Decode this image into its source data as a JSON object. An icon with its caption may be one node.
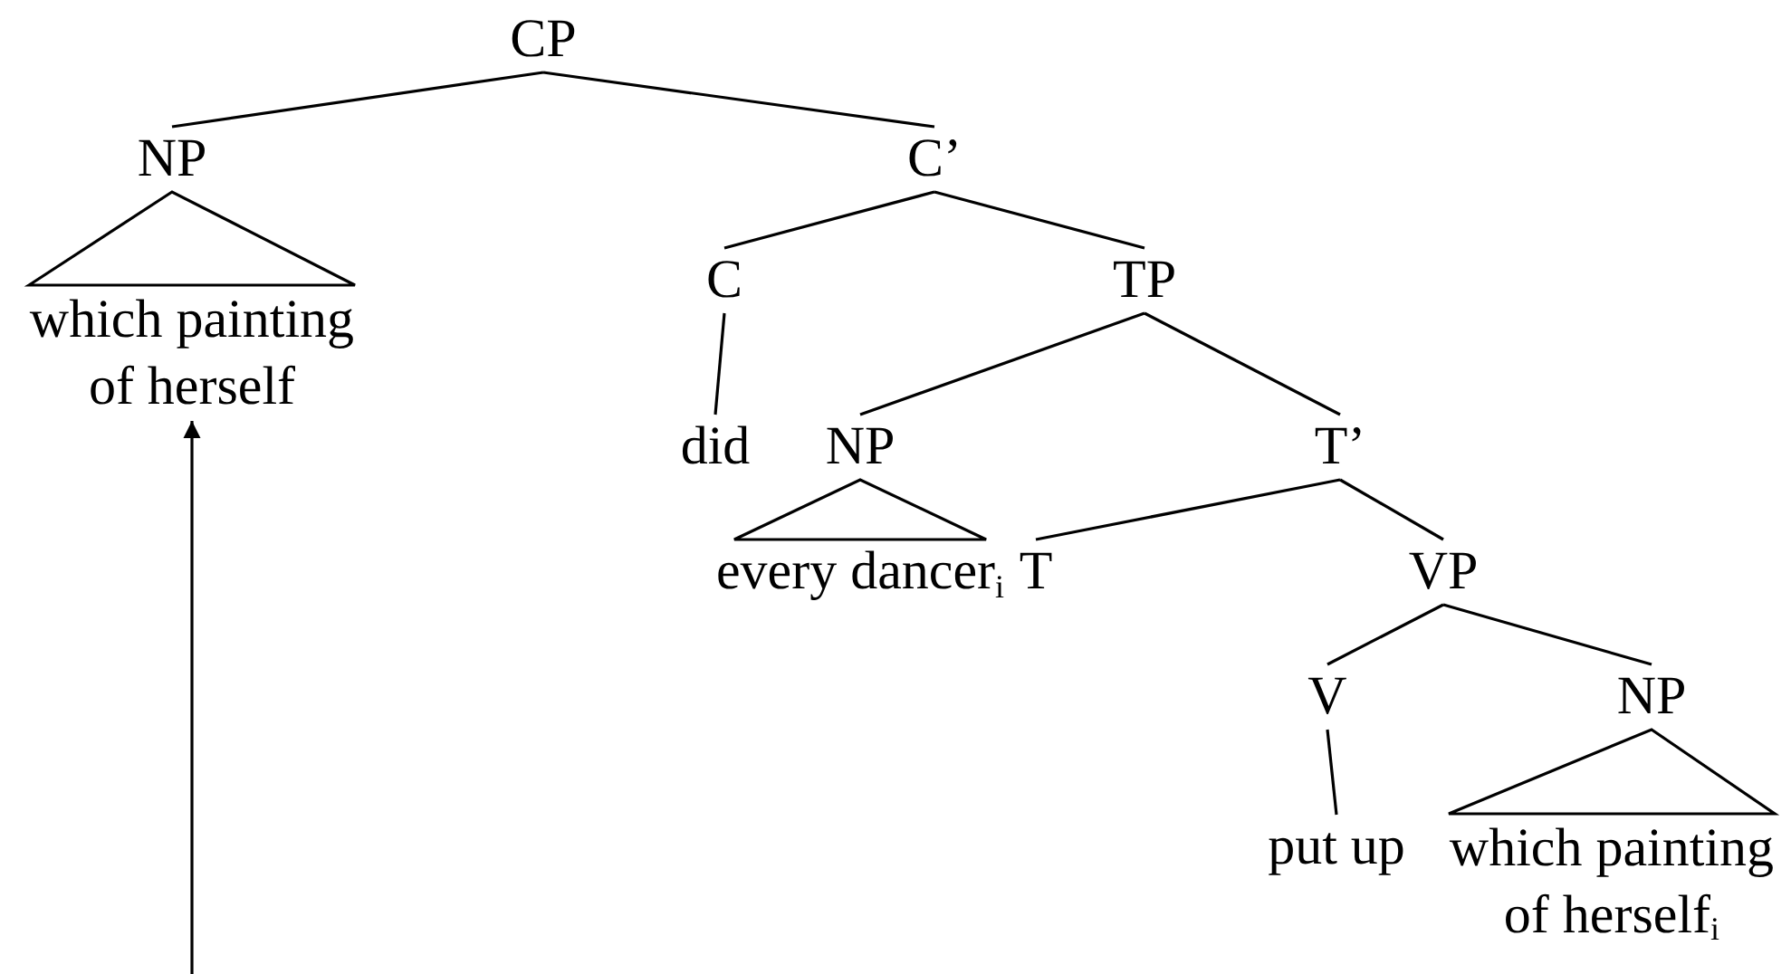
{
  "diagram": {
    "nodes": [
      {
        "text": [
          "CP"
        ]
      },
      {
        "text": [
          "NP"
        ]
      },
      {
        "text": [
          "C’"
        ]
      },
      {
        "text": [
          "which painting of herself"
        ]
      },
      {
        "text": [
          "C"
        ]
      },
      {
        "text": [
          "TP"
        ]
      },
      {
        "text": [
          "did"
        ]
      },
      {
        "text": [
          "NP"
        ]
      },
      {
        "text": [
          "T’"
        ]
      },
      {
        "text": [
          "every dancer$_{i}$"
        ]
      },
      {
        "text": [
          "T"
        ]
      },
      {
        "text": [
          "VP"
        ]
      },
      {
        "text": [
          "V"
        ]
      },
      {
        "text": [
          "NP"
        ]
      },
      {
        "text": [
          "put up"
        ]
      },
      {
        "text": [
          "which painting of herself$_{i}$"
        ]
      }
    ],
    "edges": [
      {
        "from": 0,
        "to": 1,
        "arrow": "none"
      },
      {
        "from": 0,
        "to": 2,
        "arrow": "none"
      },
      {
        "from": 1,
        "to": 3,
        "arrow": "none"
      },
      {
        "from": 2,
        "to": 4,
        "arrow": "none"
      },
      {
        "from": 2,
        "to": 5,
        "arrow": "none"
      },
      {
        "from": 4,
        "to": 6,
        "arrow": "none"
      },
      {
        "from": 5,
        "to": 7,
        "arrow": "none"
      },
      {
        "from": 5,
        "to": 8,
        "arrow": "none"
      },
      {
        "from": 7,
        "to": 9,
        "arrow": "none"
      },
      {
        "from": 8,
        "to": 10,
        "arrow": "none"
      },
      {
        "from": 8,
        "to": 11,
        "arrow": "none"
      },
      {
        "from": 11,
        "to": 12,
        "arrow": "none"
      },
      {
        "from": 11,
        "to": 13,
        "arrow": "none"
      },
      {
        "from": 12,
        "to": 14,
        "arrow": "none"
      },
      {
        "from": 13,
        "to": 15,
        "arrow": "none"
      },
      {
        "from": null,
        "to": 3,
        "arrow": "to"
      }
    ]
  }
}
